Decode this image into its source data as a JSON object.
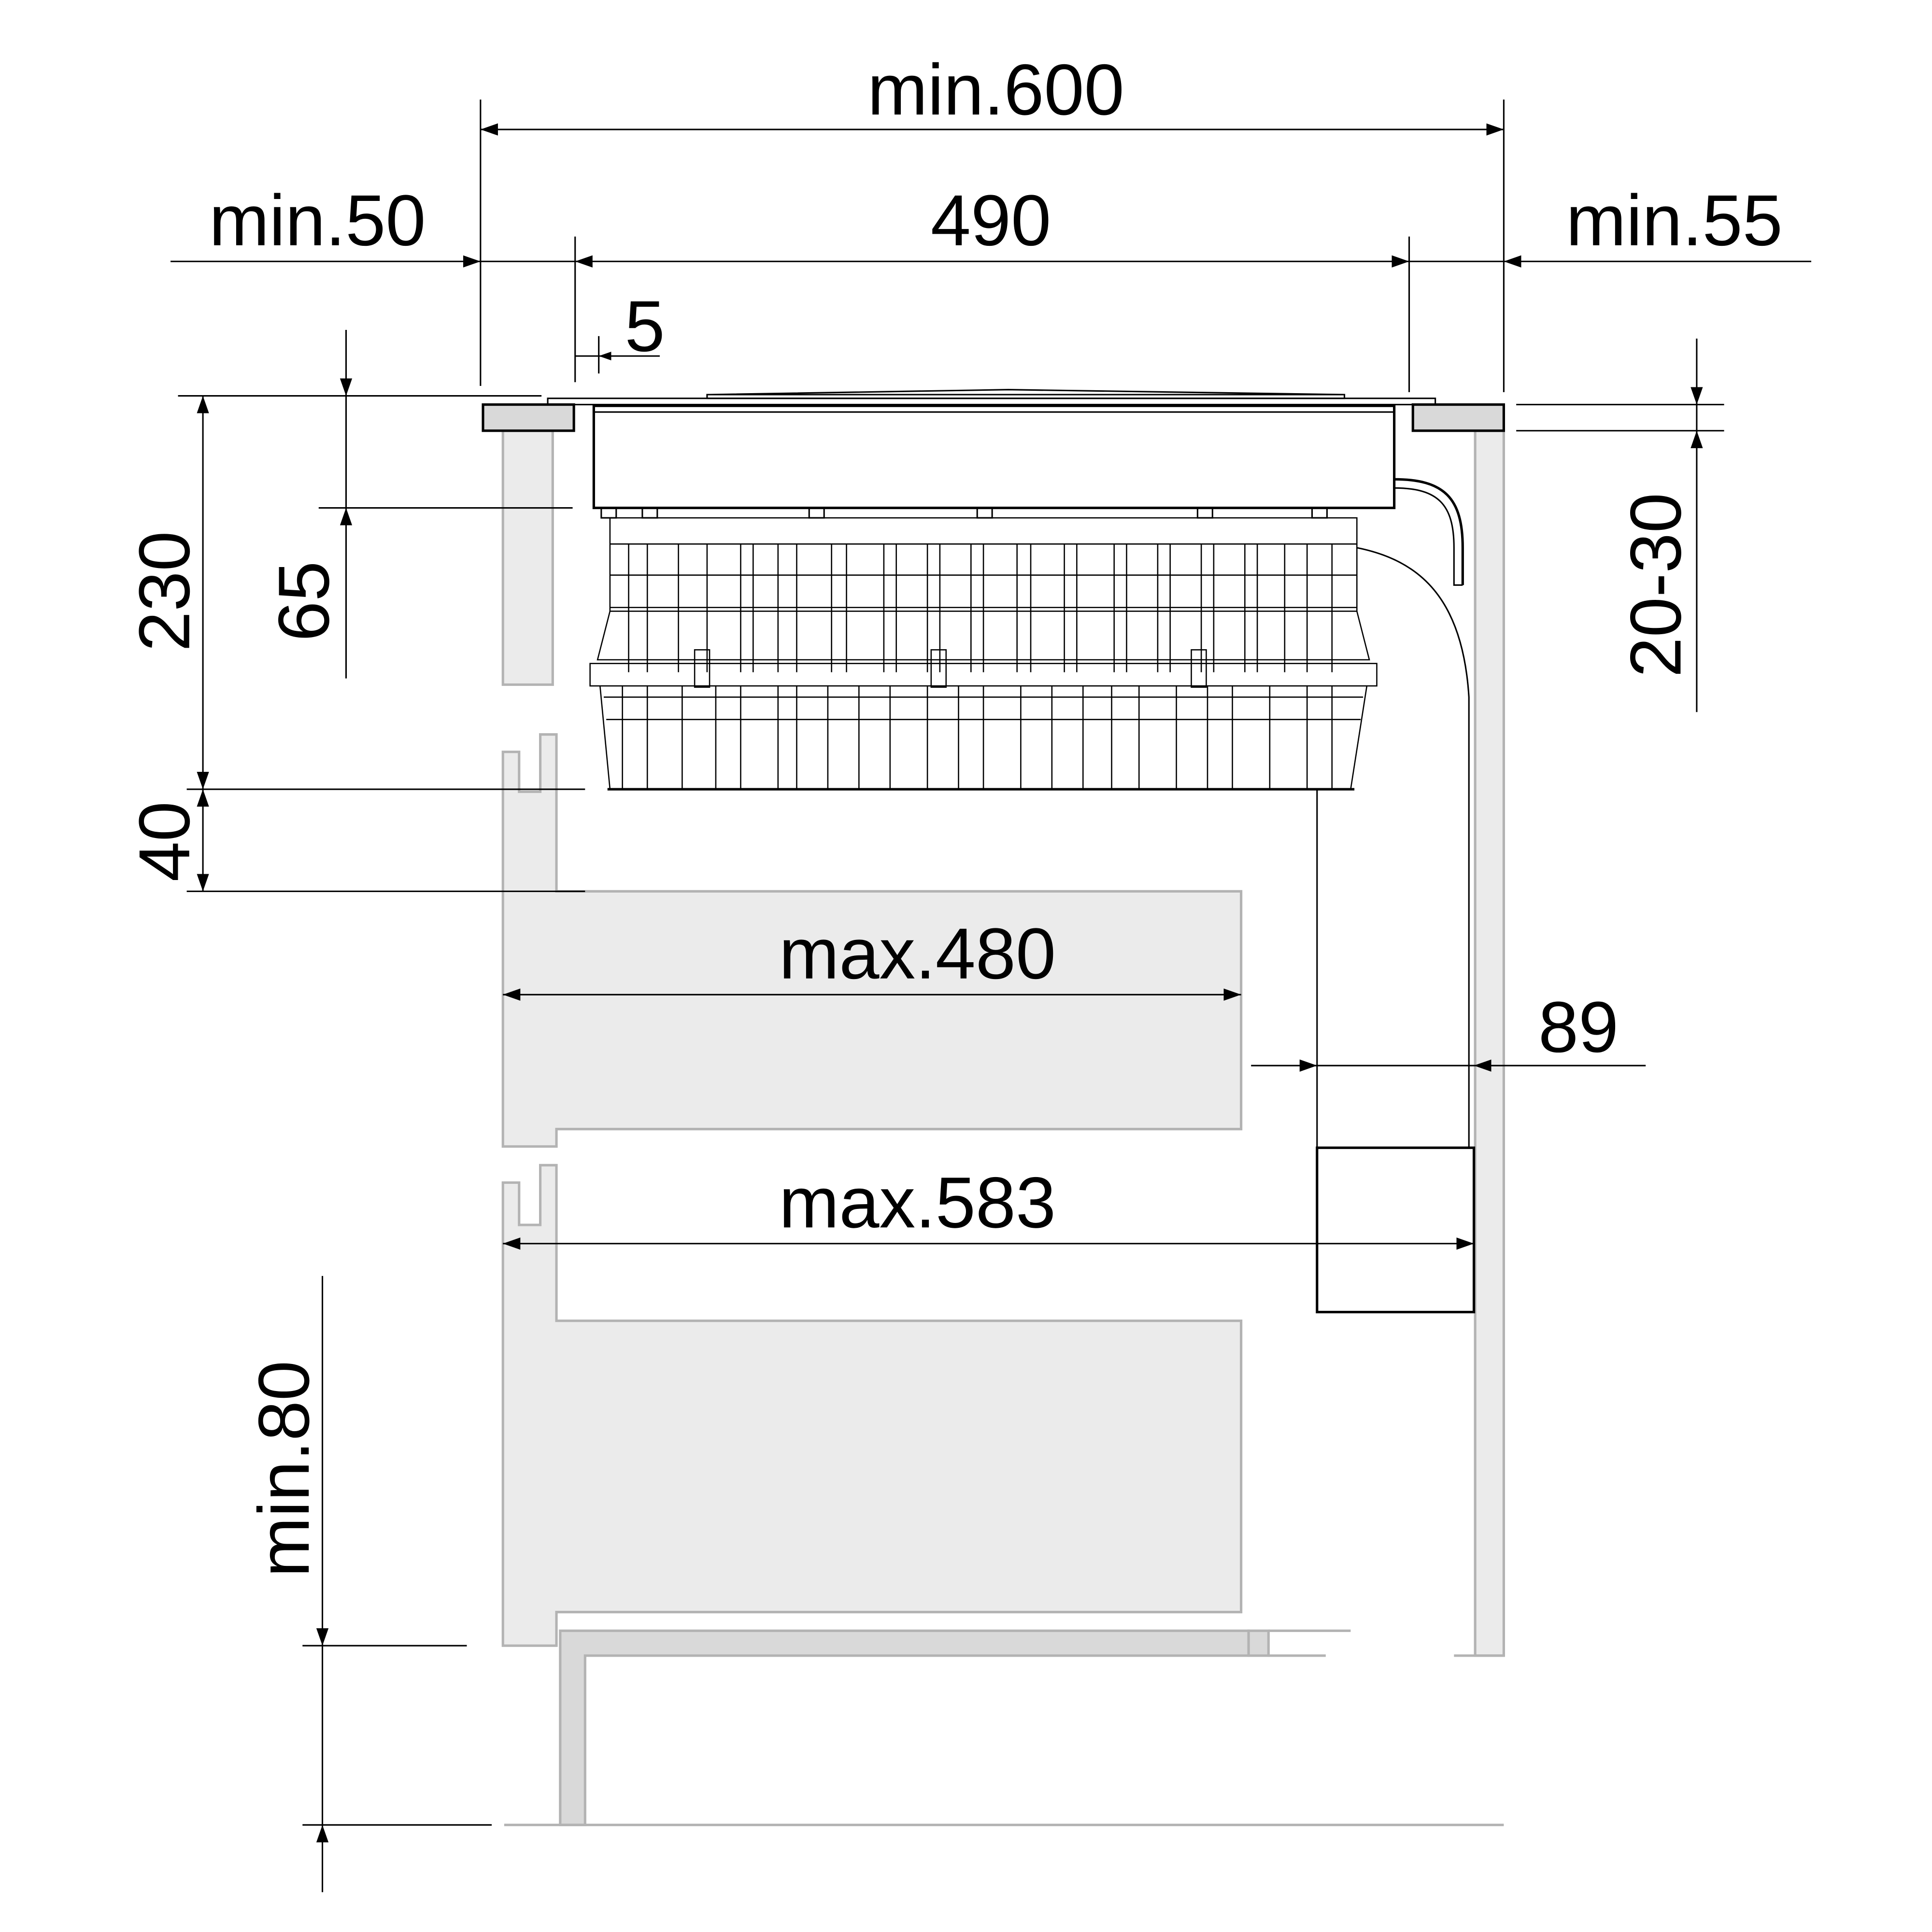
{
  "diagram": {
    "type": "installation-dimension-drawing",
    "subject": "built-in hob with downdraft extractor unit above drawers",
    "units": "mm",
    "colors": {
      "line": "#000000",
      "cabinet_fill": "#ebebeb",
      "cabinet_stroke": "#b3b3b3",
      "worktop_fill": "#d9d9d9"
    },
    "dimensions": {
      "cabinet_width": "min.600",
      "appliance_cutout_width": "490",
      "left_clearance": "min.50",
      "right_clearance": "min.55",
      "front_offset": "5",
      "total_depth": "230",
      "hob_depth": "65",
      "drawer_gap": "40",
      "worktop_thickness": "20-30",
      "upper_drawer_depth": "max.480",
      "lower_drawer_depth": "max.583",
      "duct_clearance": "89",
      "plinth_height": "min.80"
    }
  }
}
